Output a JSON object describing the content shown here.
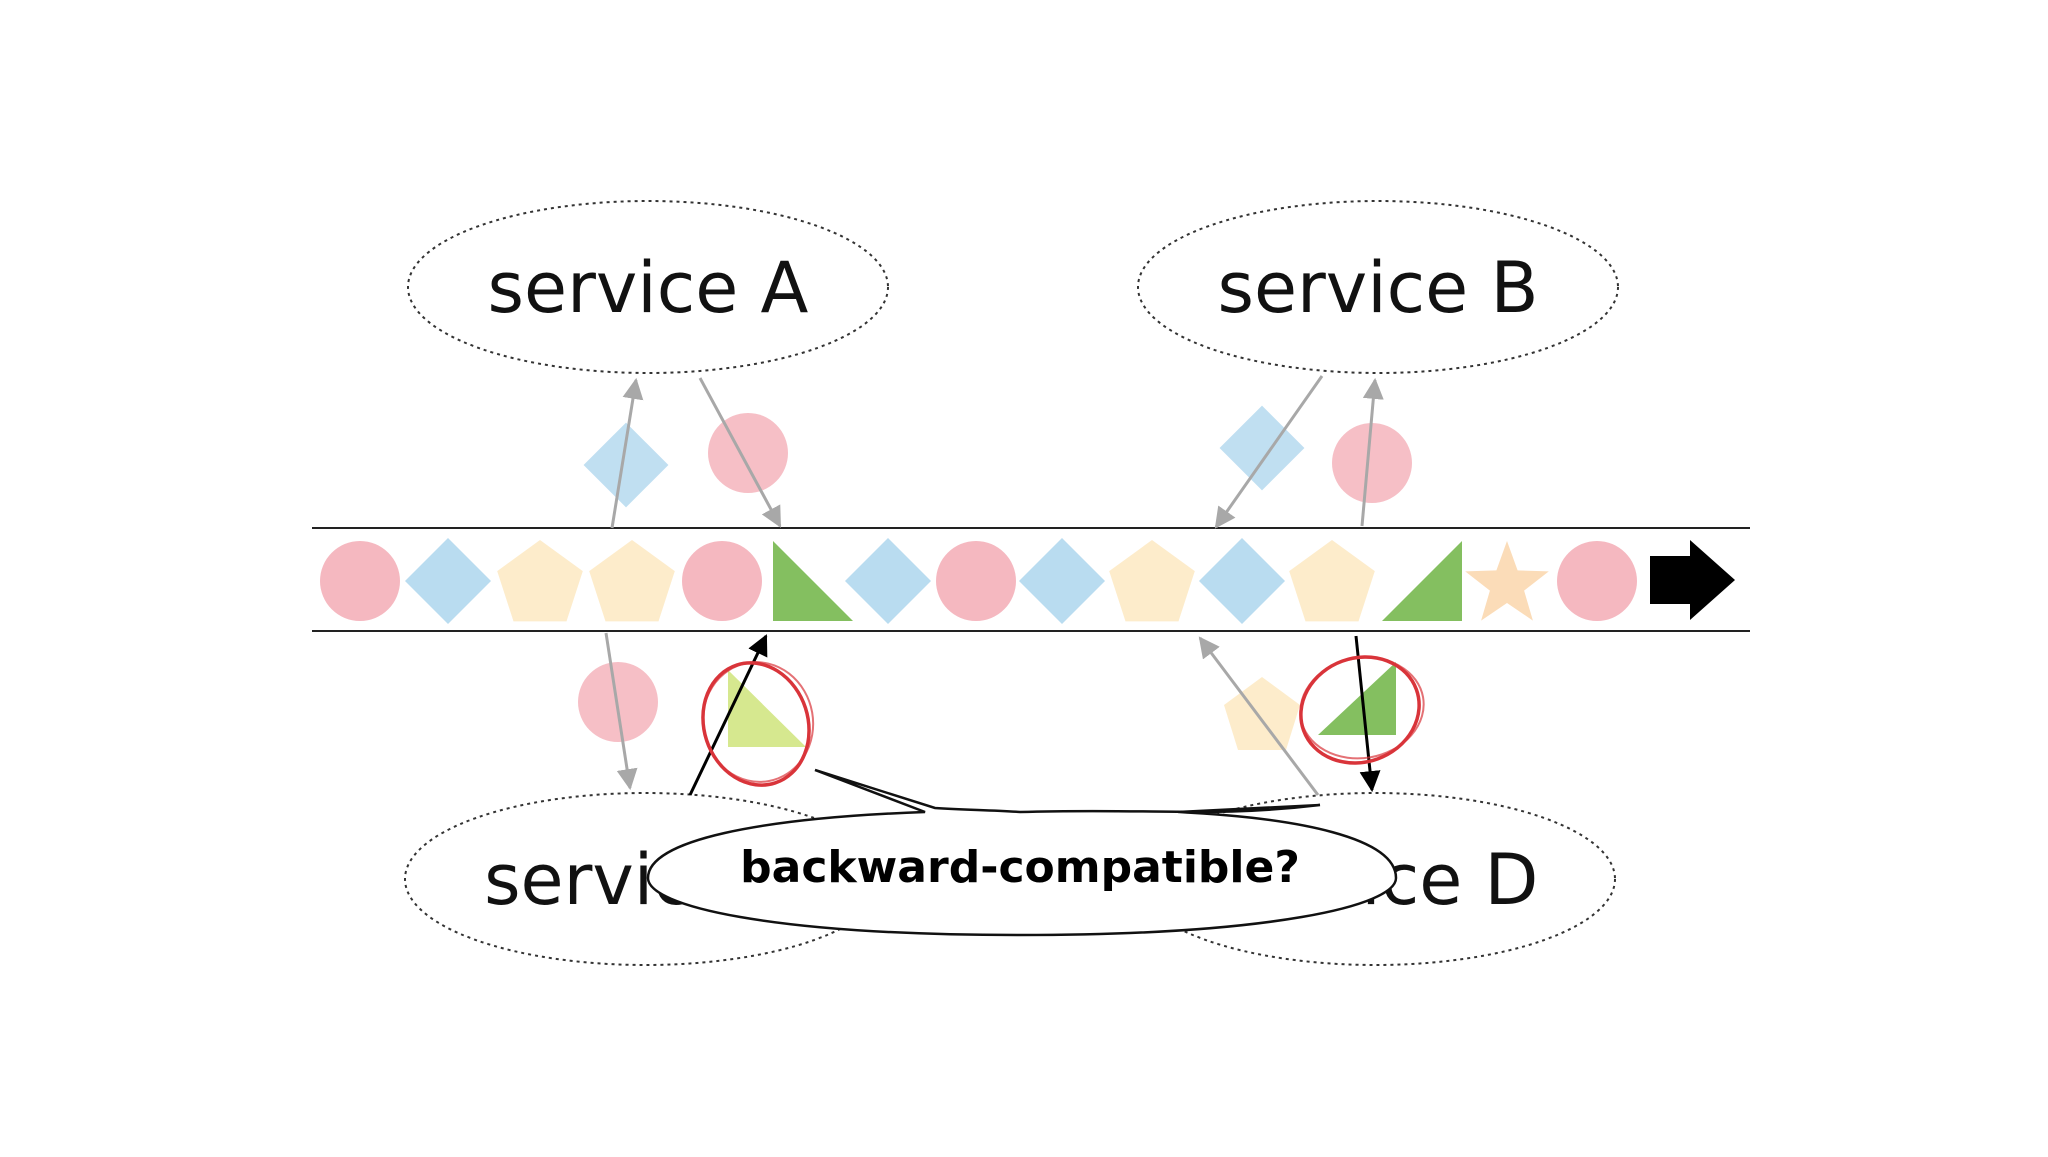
{
  "services": [
    {
      "id": "a",
      "label": "service A"
    },
    {
      "id": "b",
      "label": "service B"
    },
    {
      "id": "c",
      "label": "service C"
    },
    {
      "id": "d",
      "label": "service D"
    }
  ],
  "callout": {
    "text": "backward-compatible?"
  },
  "stream": {
    "direction": "right",
    "shapes": [
      "circle",
      "diamond",
      "pentagon",
      "pentagon",
      "circle",
      "triangle",
      "diamond",
      "circle",
      "diamond",
      "pentagon",
      "diamond",
      "pentagon",
      "triangle",
      "star",
      "circle"
    ]
  },
  "colors": {
    "circle": "#f5b8c0",
    "diamond": "#b9dcf0",
    "pentagon": "#fdeccb",
    "star": "#fbdcb8",
    "triangle": "#84bf60",
    "triangle_light": "#d6e88f",
    "highlight_ring": "#d9343a",
    "arrow_gray": "#a8a8a8",
    "arrow_dark": "#000000"
  }
}
